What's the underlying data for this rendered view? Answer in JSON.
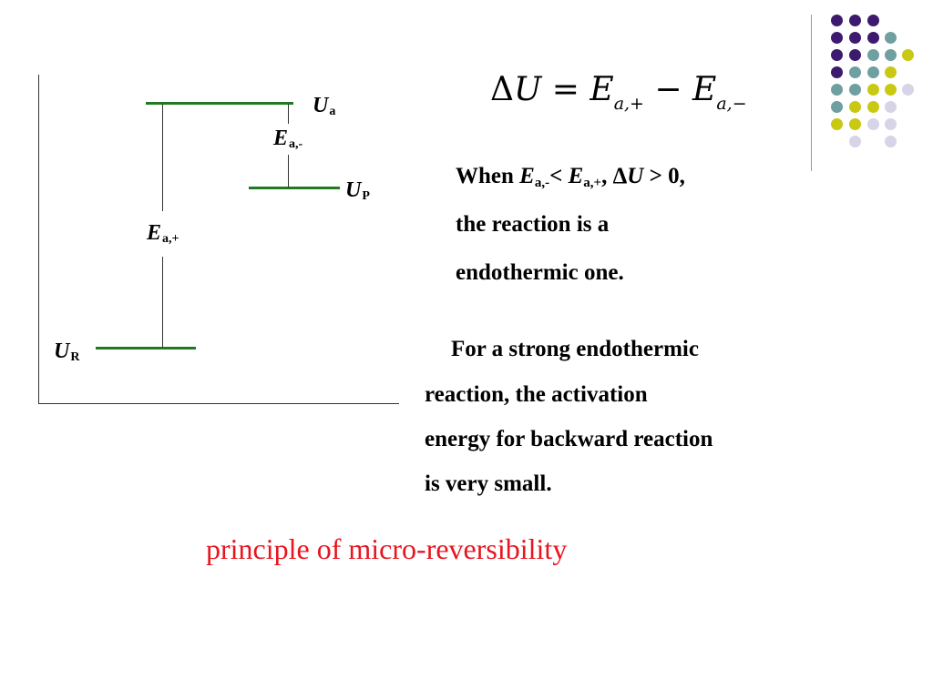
{
  "decoration": {
    "dot_colors": {
      "purple": "#3d1a6e",
      "teal": "#6f9fa0",
      "yellow": "#c9c813",
      "lavender": "#d6d4e6"
    }
  },
  "diagram": {
    "level_color": "#1f7a1f",
    "labels": {
      "ua_main": "U",
      "ua_sub": "a",
      "up_main": "U",
      "up_sub": "P",
      "ur_main": "U",
      "ur_sub": "R",
      "ea_minus_main": "E",
      "ea_minus_sub": "a,-",
      "ea_plus_main": "E",
      "ea_plus_sub": "a,+"
    }
  },
  "equation": {
    "delta": "Δ",
    "lhs": "U",
    "equals": " = ",
    "term1_main": "E",
    "term1_sub": "a,+",
    "minus": " − ",
    "term2_main": "E",
    "term2_sub": "a,−"
  },
  "condition": {
    "line1_when": "When ",
    "line1_e1": "E",
    "line1_sub1": "a,-",
    "line1_lt": "< ",
    "line1_e2": "E",
    "line1_sub2": "a,+",
    "line1_tail_delta": ", Δ",
    "line1_u": "U",
    "line1_end": " > 0,",
    "line2": "the reaction is a",
    "line3": "endothermic one."
  },
  "paragraph": {
    "line1": "For a strong endothermic",
    "line2": "reaction, the activation",
    "line3": "energy for backward reaction",
    "line4": "is very small."
  },
  "principle": {
    "text": "principle of micro-reversibility",
    "color": "#e8141e"
  }
}
